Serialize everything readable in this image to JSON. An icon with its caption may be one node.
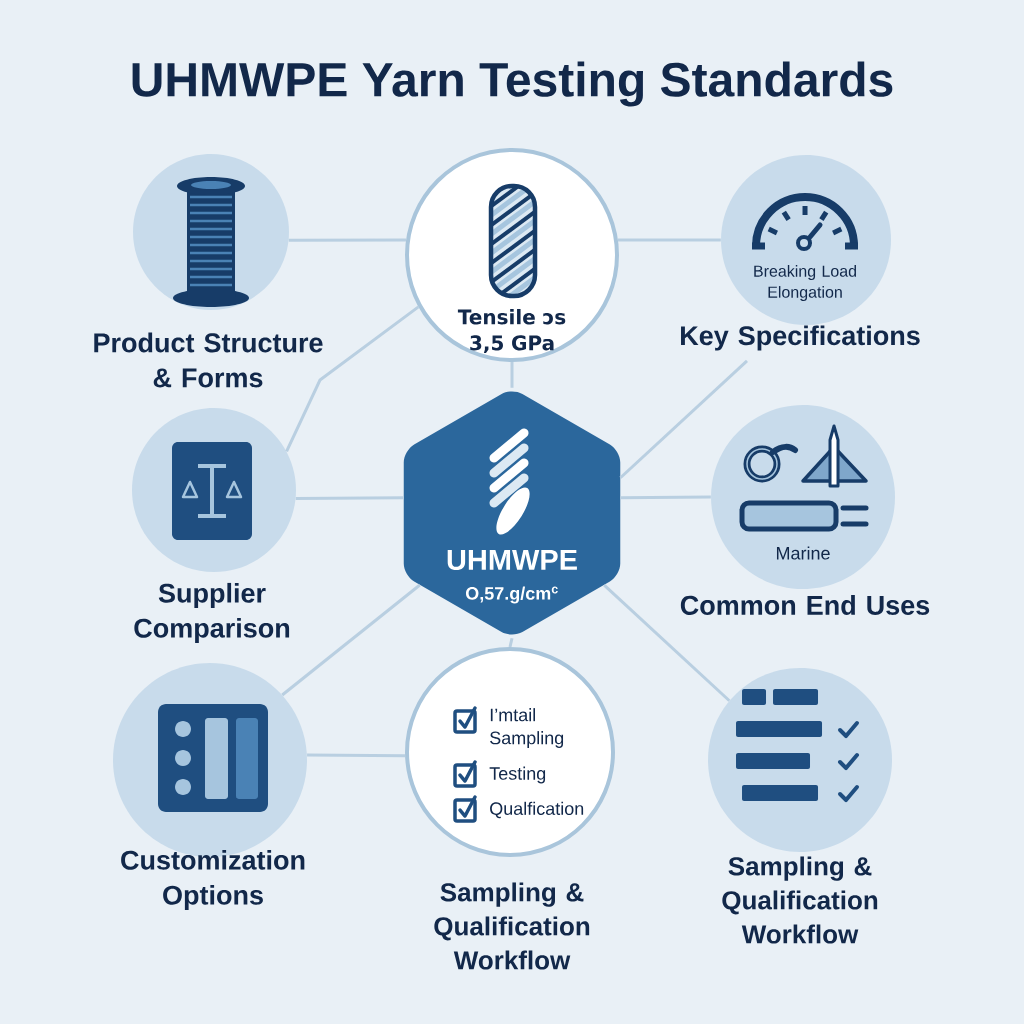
{
  "diagram": {
    "title": "UHMWPE Yarn Testing Standards",
    "nodes": [
      {
        "text": [
          "Product Structure & Forms"
        ]
      },
      {
        "text": [
          "Tensile ɔs 3,5 GPa"
        ]
      },
      {
        "text": [
          "Breaking Load Elongation",
          "Key Specifications"
        ]
      },
      {
        "text": [
          "Supplier Comparison"
        ]
      },
      {
        "text": [
          "UHMWPE",
          "O,57.g/cm$^{c}$"
        ]
      },
      {
        "text": [
          "Marine",
          "Common End Uses"
        ]
      },
      {
        "text": [
          "Customization Options"
        ]
      },
      {
        "text": [
          "I’mtail Sampling",
          "Testing",
          "Qualfication",
          "Sampling & Qualification Workflow"
        ]
      },
      {
        "text": [
          "Sampling & Qualification Workflow"
        ]
      }
    ],
    "edges": [
      {
        "from": 0,
        "to": 1,
        "arrow": "none"
      },
      {
        "from": 1,
        "to": 2,
        "arrow": "none"
      },
      {
        "from": 1,
        "to": 3,
        "arrow": "none"
      },
      {
        "from": 1,
        "to": 4,
        "arrow": "none"
      },
      {
        "from": 2,
        "to": 4,
        "arrow": "none"
      },
      {
        "from": 3,
        "to": 4,
        "arrow": "none"
      },
      {
        "from": 4,
        "to": 5,
        "arrow": "none"
      },
      {
        "from": 4,
        "to": 6,
        "arrow": "none"
      },
      {
        "from": 4,
        "to": 7,
        "arrow": "none"
      },
      {
        "from": 4,
        "to": 8,
        "arrow": "none"
      },
      {
        "from": 6,
        "to": 7,
        "arrow": "none"
      }
    ]
  }
}
